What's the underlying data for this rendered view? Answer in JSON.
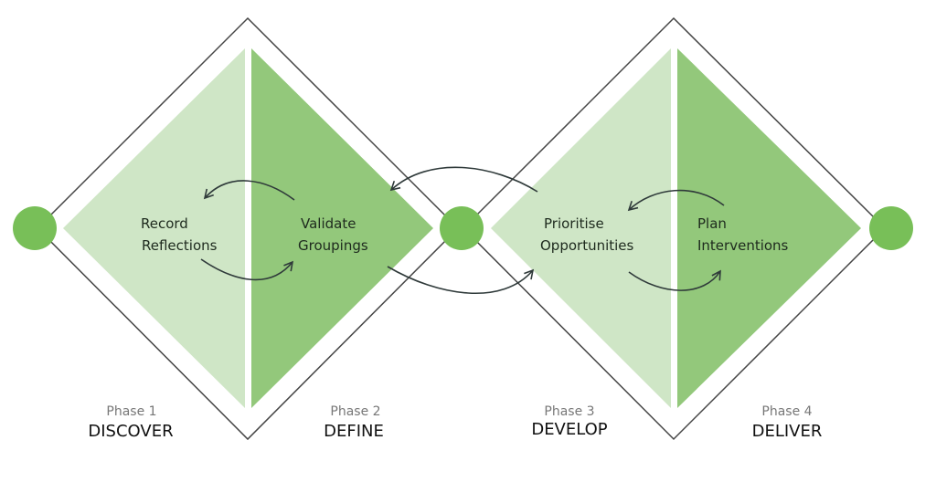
{
  "colors": {
    "light": "#cfe6c6",
    "dark": "#93c87b",
    "node": "#78bf58",
    "outline": "#444444"
  },
  "phases": [
    {
      "phase": "Phase 1",
      "name": "DISCOVER",
      "activity_line1": "Record",
      "activity_line2": "Reflections"
    },
    {
      "phase": "Phase 2",
      "name": "DEFINE",
      "activity_line1": "Validate",
      "activity_line2": "Groupings"
    },
    {
      "phase": "Phase 3",
      "name": "DEVELOP",
      "activity_line1": "Prioritise",
      "activity_line2": "Opportunities"
    },
    {
      "phase": "Phase 4",
      "name": "DELIVER",
      "activity_line1": "Plan",
      "activity_line2": "Interventions"
    }
  ]
}
